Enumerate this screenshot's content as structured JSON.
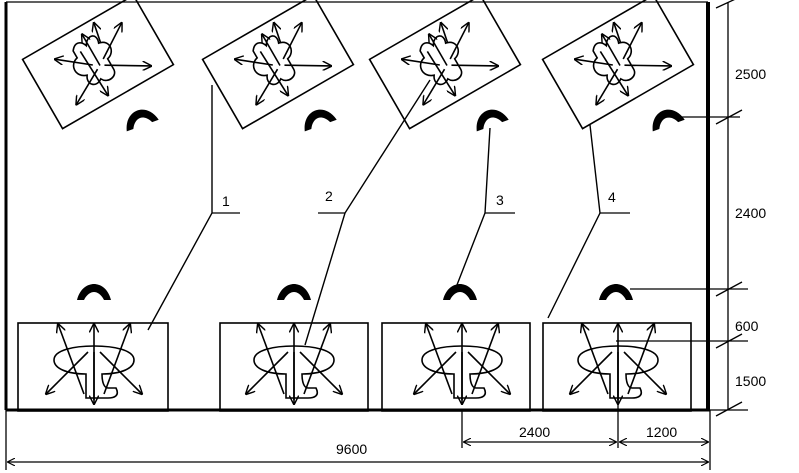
{
  "diagram": {
    "workplace_labels": [
      "1",
      "2",
      "3",
      "4"
    ],
    "dimensions": {
      "total_width": "9600",
      "bottom_spacing": "2400",
      "bottom_offset": "1200",
      "right_top": "2500",
      "right_middle": "2400",
      "right_lower": "600",
      "right_bottom": "1500"
    }
  }
}
